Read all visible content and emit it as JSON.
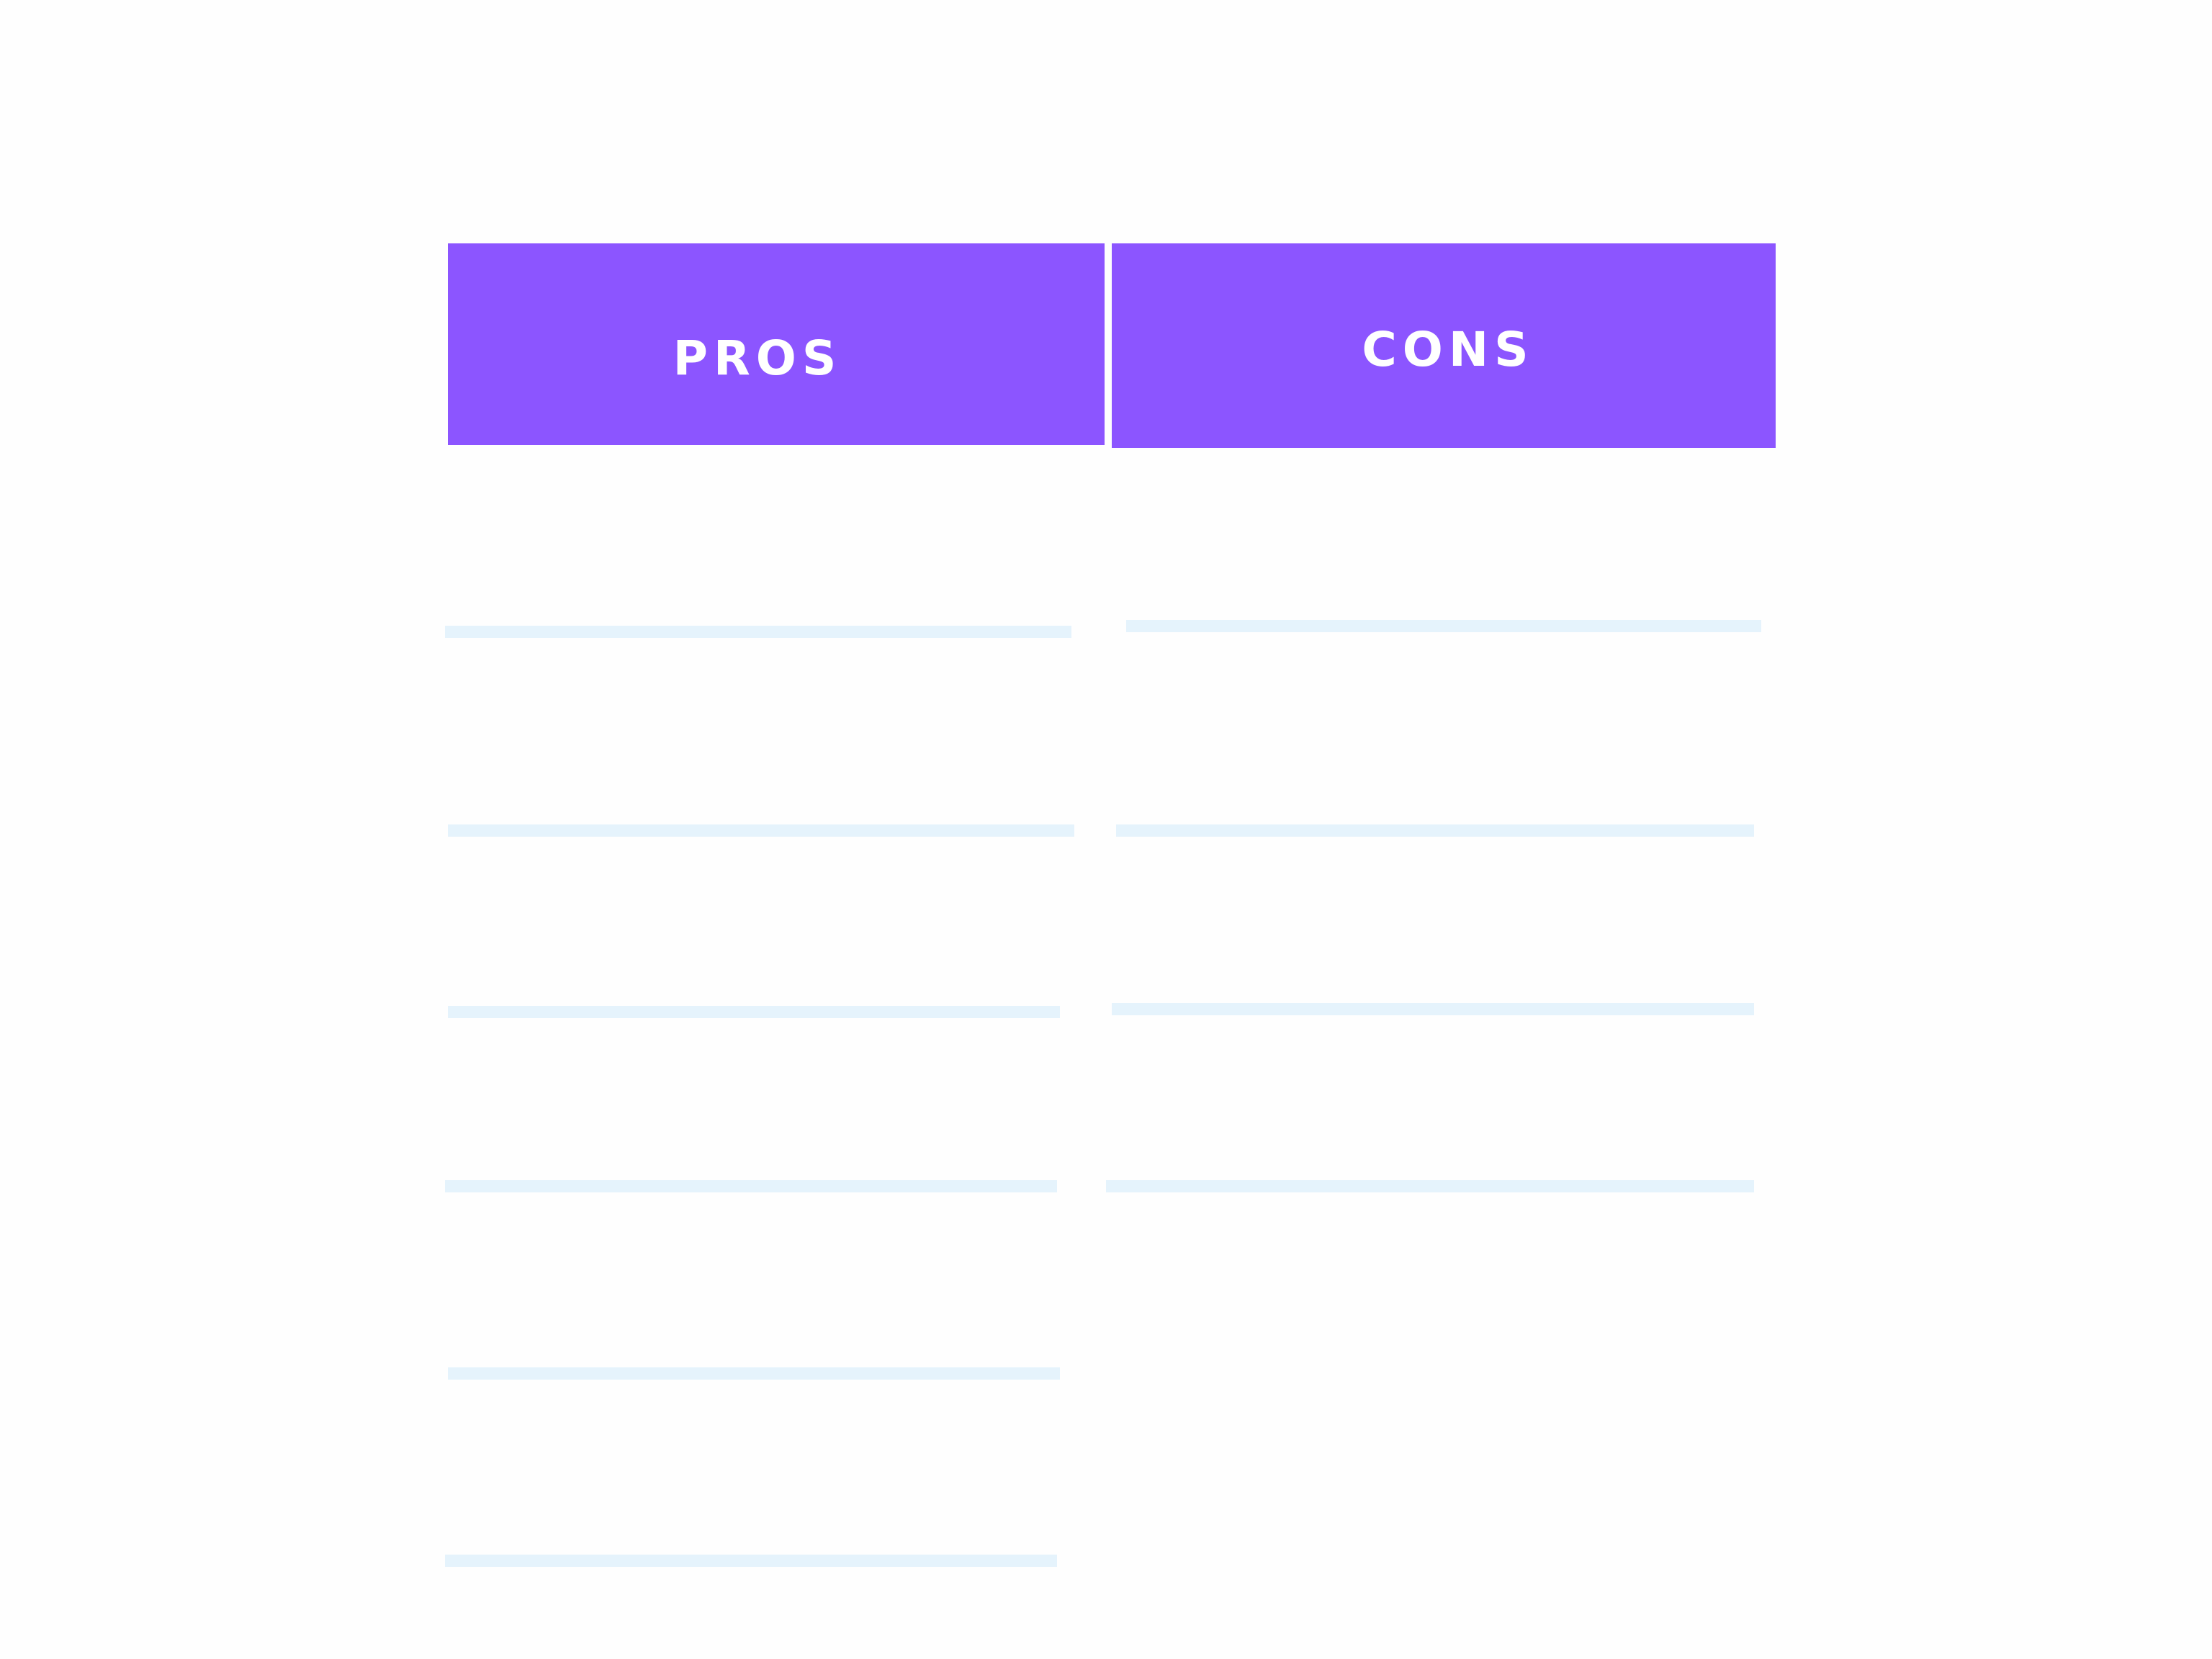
{
  "table": {
    "pros_heading": "PROS",
    "cons_heading": "CONS",
    "pros_blank_lines": 6,
    "cons_blank_lines": 4
  },
  "colors": {
    "header_background": "#8c55ff",
    "header_text": "#ffffff",
    "line": "#e5f3fc",
    "page_background": "#fefefe"
  }
}
